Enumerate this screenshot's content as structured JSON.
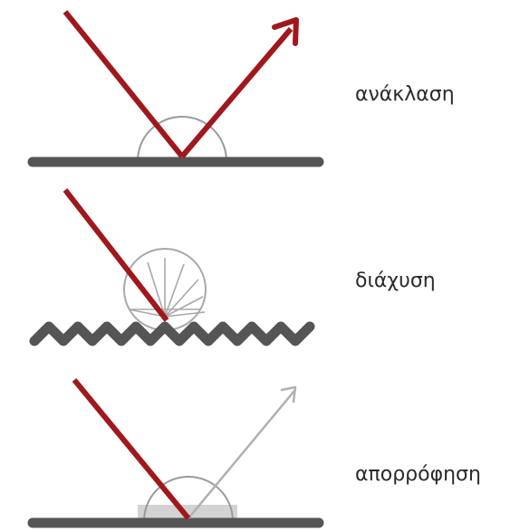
{
  "labels": {
    "reflection": "ανάκλαση",
    "diffusion": "διάχυση",
    "absorption": "απορρόφηση"
  },
  "colors": {
    "incident_ray": "#a0181c",
    "reflected_ray": "#a0181c",
    "surface": "#555555",
    "angle_arc": "#9a9a9a",
    "scattered_rays": "#a8a8a8",
    "faint_reflection": "#b0b0b0",
    "absorbing_layer": "#d3d3d3"
  },
  "icons": {
    "reflection": "reflection-diagram",
    "diffusion": "diffusion-diagram",
    "absorption": "absorption-diagram"
  }
}
